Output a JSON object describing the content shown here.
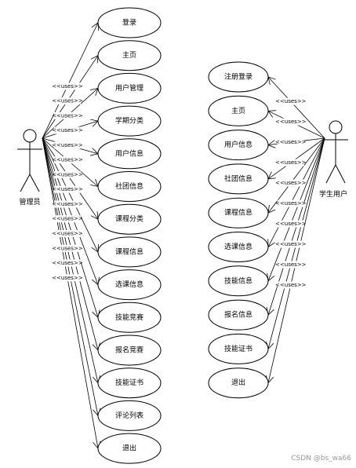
{
  "admin": {
    "name": "管理员",
    "use_cases": [
      "登录",
      "主页",
      "用户管理",
      "学期分类",
      "用户信息",
      "社团信息",
      "课程分类",
      "课程信息",
      "选课信息",
      "技能竞赛",
      "报名竞赛",
      "技能证书",
      "评论列表",
      "退出"
    ]
  },
  "student": {
    "name": "学生用户",
    "use_cases": [
      "注册登录",
      "主页",
      "用户信息",
      "社团信息",
      "课程信息",
      "选课信息",
      "技能信息",
      "报名信息",
      "技能证书",
      "退出"
    ]
  },
  "relation_label": "<<uses>>",
  "watermark": "CSDN @bs_wa66"
}
